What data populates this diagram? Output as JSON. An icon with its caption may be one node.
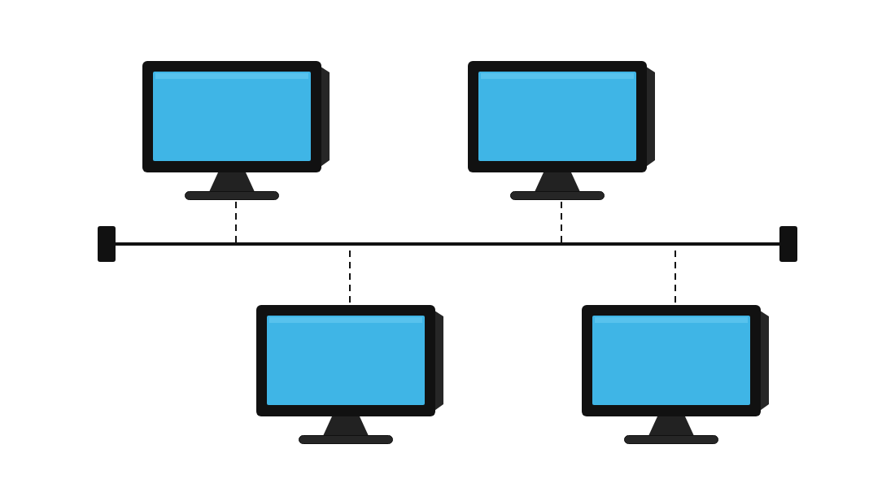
{
  "diagram": {
    "nodes": [
      {
        "text": [],
        "shape": "picture"
      },
      {
        "text": [],
        "shape": "picture"
      },
      {
        "text": [],
        "shape": "picture"
      },
      {
        "text": [],
        "shape": "picture"
      },
      {
        "text": [],
        "shape": "bar"
      }
    ],
    "edges": [
      {
        "from": 0,
        "to": 4,
        "arrow": "none",
        "style": "dashed"
      },
      {
        "from": 1,
        "to": 4,
        "arrow": "none",
        "style": "dashed"
      },
      {
        "from": 2,
        "to": 4,
        "arrow": "none",
        "style": "dashed"
      },
      {
        "from": 3,
        "to": 4,
        "arrow": "none",
        "style": "dashed"
      }
    ]
  }
}
